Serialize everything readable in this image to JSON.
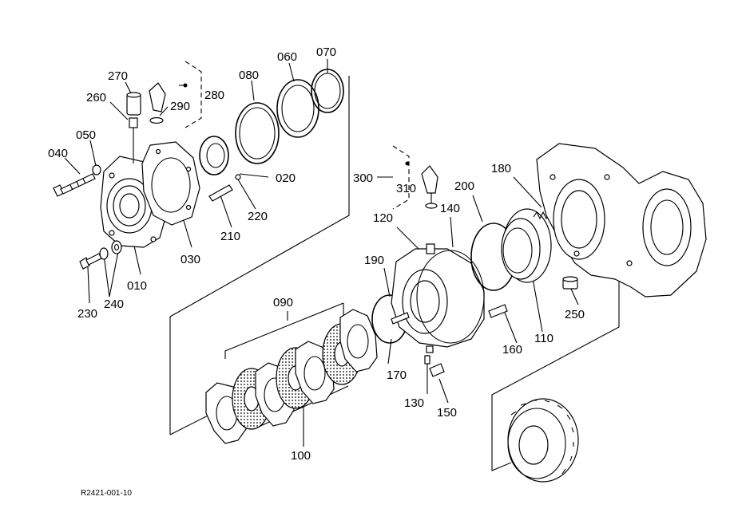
{
  "drawing_ref": "R2421-001-10",
  "parts": [
    {
      "id": "040",
      "text": "040"
    },
    {
      "id": "050",
      "text": "050"
    },
    {
      "id": "060",
      "text": "060"
    },
    {
      "id": "070",
      "text": "070"
    },
    {
      "id": "080",
      "text": "080"
    },
    {
      "id": "260",
      "text": "260"
    },
    {
      "id": "270",
      "text": "270"
    },
    {
      "id": "280",
      "text": "280"
    },
    {
      "id": "290",
      "text": "290"
    },
    {
      "id": "020",
      "text": "020"
    },
    {
      "id": "220",
      "text": "220"
    },
    {
      "id": "210",
      "text": "210"
    },
    {
      "id": "030",
      "text": "030"
    },
    {
      "id": "010",
      "text": "010"
    },
    {
      "id": "230",
      "text": "230"
    },
    {
      "id": "240",
      "text": "240"
    },
    {
      "id": "300",
      "text": "300"
    },
    {
      "id": "310",
      "text": "310"
    },
    {
      "id": "120",
      "text": "120"
    },
    {
      "id": "140",
      "text": "140"
    },
    {
      "id": "200",
      "text": "200"
    },
    {
      "id": "180",
      "text": "180"
    },
    {
      "id": "190",
      "text": "190"
    },
    {
      "id": "090",
      "text": "090"
    },
    {
      "id": "250",
      "text": "250"
    },
    {
      "id": "110",
      "text": "110"
    },
    {
      "id": "160",
      "text": "160"
    },
    {
      "id": "170",
      "text": "170"
    },
    {
      "id": "130",
      "text": "130"
    },
    {
      "id": "150",
      "text": "150"
    },
    {
      "id": "100",
      "text": "100"
    }
  ]
}
